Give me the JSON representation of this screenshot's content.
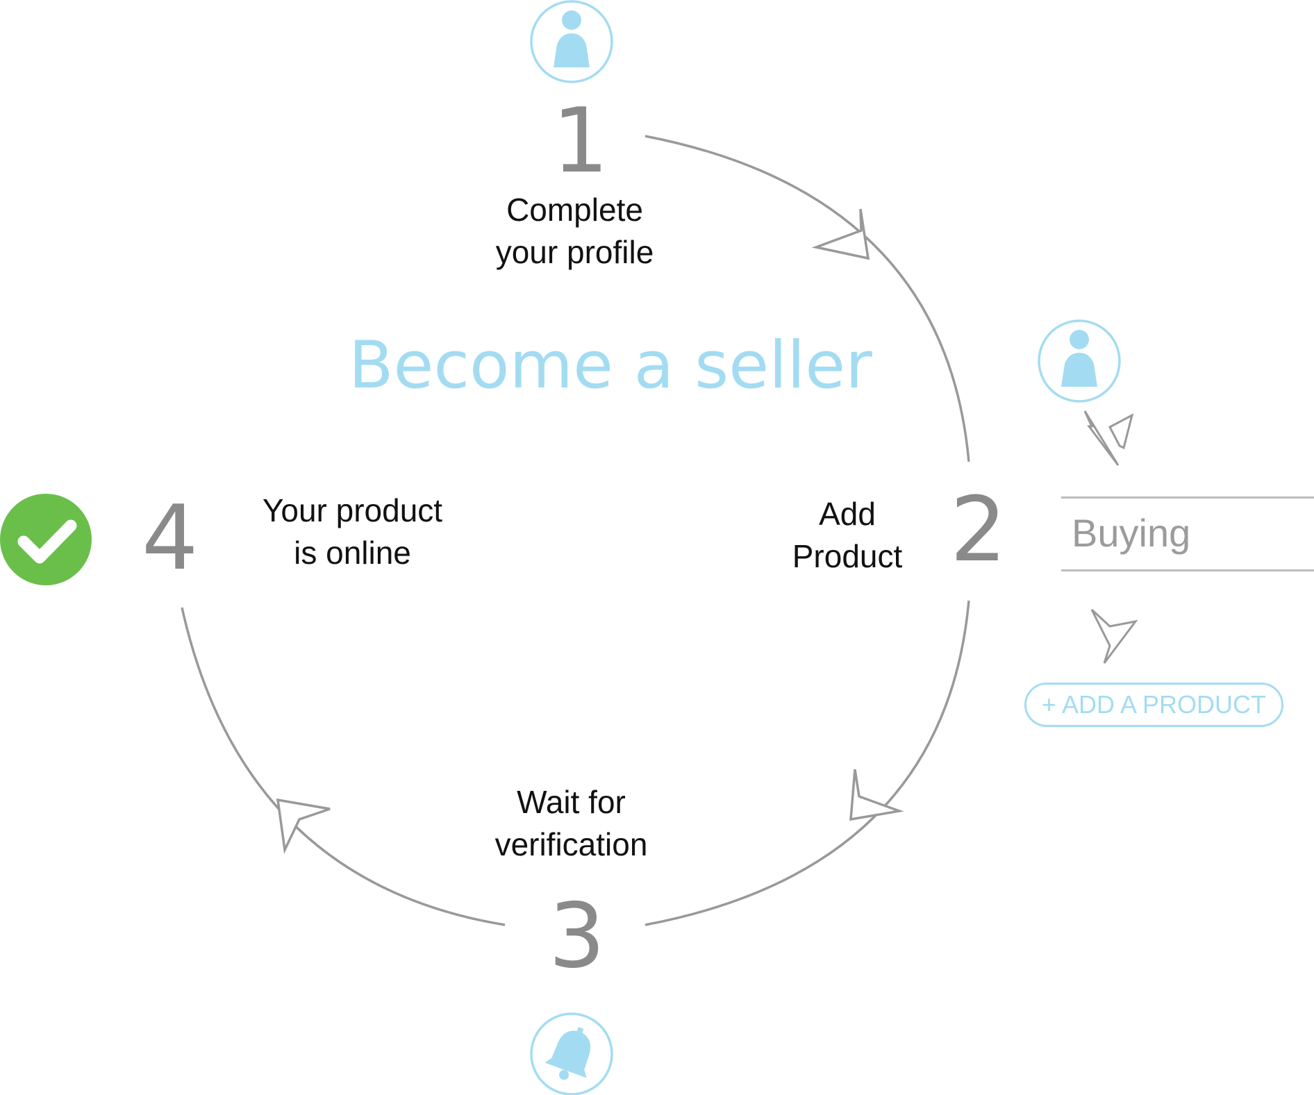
{
  "title": "Become a seller",
  "steps": [
    {
      "number": "1",
      "label_line1": "Complete",
      "label_line2": "your profile",
      "icon": "user-icon"
    },
    {
      "number": "2",
      "label_line1": "Add",
      "label_line2": "Product"
    },
    {
      "number": "3",
      "label_line1": "Wait for",
      "label_line2": "verification",
      "icon": "bell-icon"
    },
    {
      "number": "4",
      "label_line1": "Your product",
      "label_line2": "is online",
      "icon": "check-icon"
    }
  ],
  "side_panel": {
    "icon": "user-icon",
    "field_text": "Buying",
    "button_label": "+ ADD A PRODUCT"
  },
  "colors": {
    "accent": "#a3dcf2",
    "arrow": "#999999",
    "number": "#8a8a8a",
    "success": "#6abf4b"
  }
}
